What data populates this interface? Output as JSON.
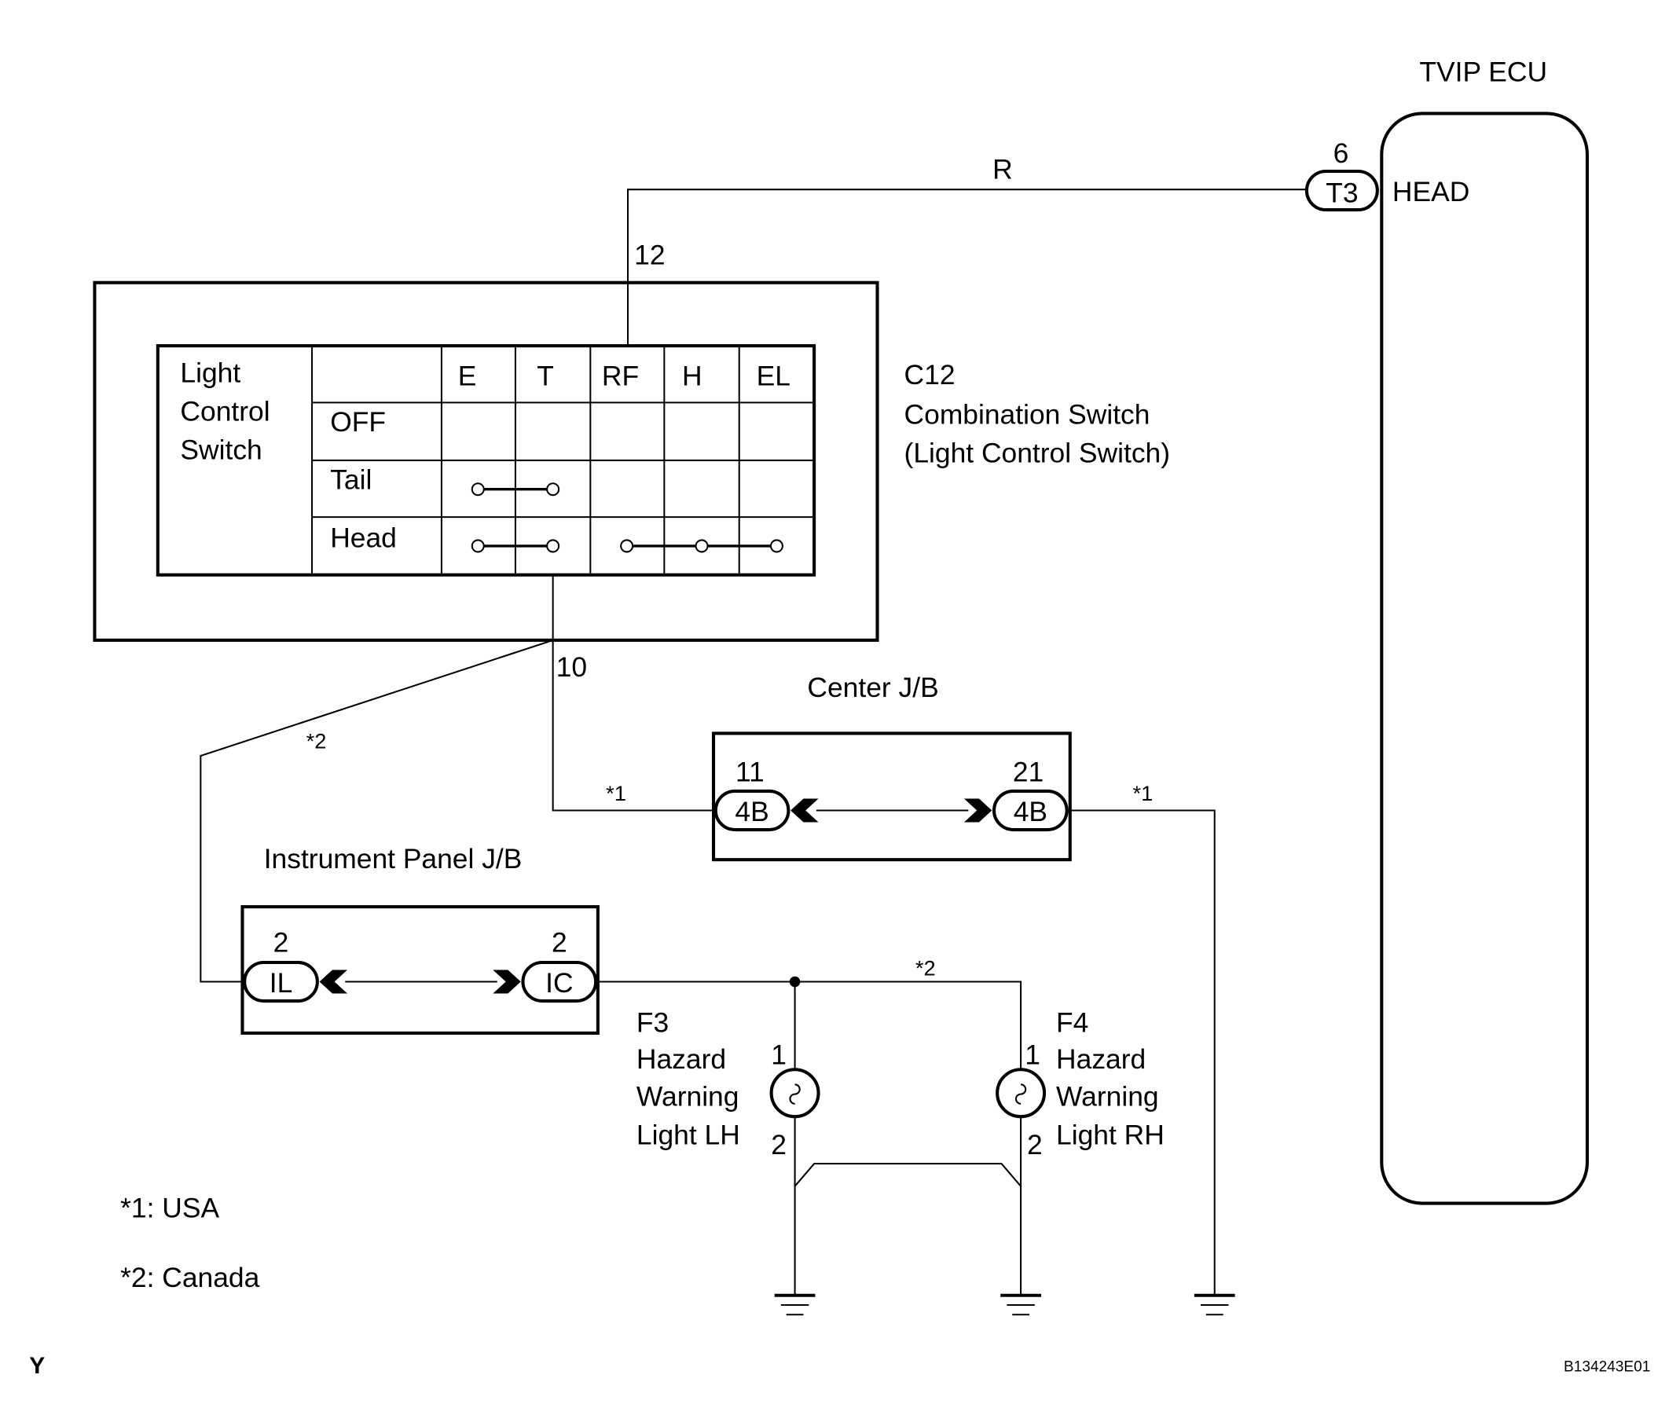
{
  "ecu": {
    "title": "TVIP ECU",
    "pin": "6",
    "connector": "T3",
    "terminal": "HEAD"
  },
  "wire_color": "R",
  "switch": {
    "pin_top": "12",
    "pin_bottom": "10",
    "code": "C12",
    "name_line1": "Combination Switch",
    "name_line2": "(Light Control Switch)",
    "table": {
      "title_line1": "Light",
      "title_line2": "Control",
      "title_line3": "Switch",
      "columns": [
        "E",
        "T",
        "RF",
        "H",
        "EL"
      ],
      "rows": [
        "OFF",
        "Tail",
        "Head"
      ]
    }
  },
  "center_jb": {
    "title": "Center J/B",
    "left_pin": "11",
    "left_connector": "4B",
    "right_pin": "21",
    "right_connector": "4B",
    "left_note": "*1",
    "right_note": "*1"
  },
  "ip_jb": {
    "title": "Instrument Panel J/B",
    "left_pin": "2",
    "left_connector": "IL",
    "right_pin": "2",
    "right_connector": "IC",
    "note_left": "*2",
    "note_right": "*2"
  },
  "lights": [
    {
      "code": "F3",
      "line1": "Hazard",
      "line2": "Warning",
      "line3": "Light LH",
      "pin_top": "1",
      "pin_bottom": "2"
    },
    {
      "code": "F4",
      "line1": "Hazard",
      "line2": "Warning",
      "line3": "Light RH",
      "pin_top": "1",
      "pin_bottom": "2"
    }
  ],
  "notes": {
    "usa": "*1: USA",
    "canada": "*2: Canada"
  },
  "corner_letter": "Y",
  "figure_id": "B134243E01"
}
